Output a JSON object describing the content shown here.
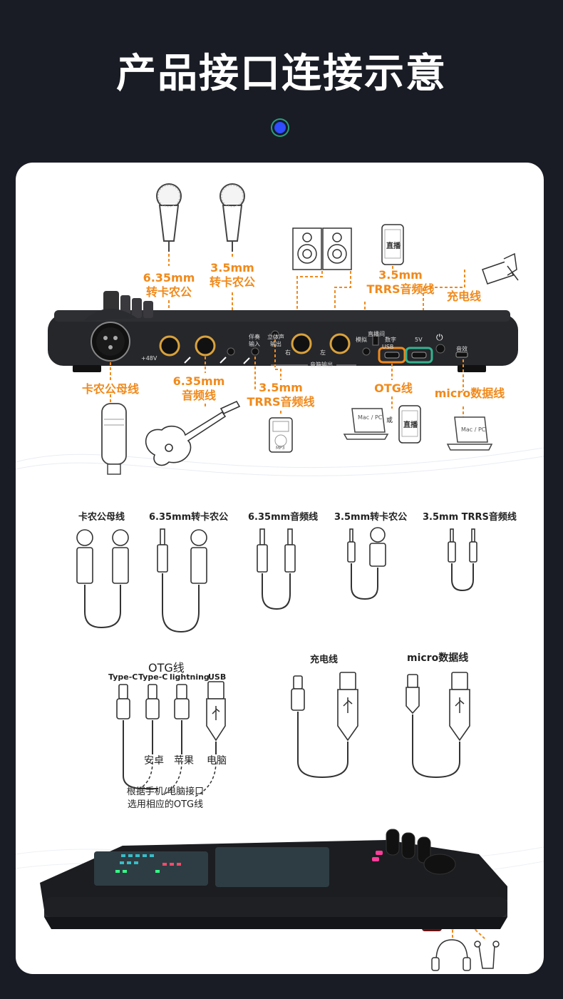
{
  "page": {
    "title": "产品接口连接示意"
  },
  "diagram": {
    "labels": {
      "xlr_635": "6.35mm\n转卡农公",
      "xlr_35": "3.5mm\n转卡农公",
      "trrs_top": "3.5mm\nTRRS音频线",
      "charge": "充电线",
      "xlr_female": "卡农公母线",
      "audio_635": "6.35mm\n音频线",
      "trrs_bottom": "3.5mm\nTRRS音频线",
      "otg": "OTG线",
      "micro": "micro数据线"
    },
    "panel": {
      "phantom": "+48V",
      "accompany": "伴奏\n输入",
      "stereo_out": "立体声\n输出",
      "right": "右",
      "left": "左",
      "speaker_out": "音箱输出",
      "analog": "模拟",
      "live_switch": "直播间",
      "digital": "数字",
      "usb": "USB",
      "five_v": "5V",
      "sound": "音效"
    },
    "devices": {
      "phone_live_top": "直播",
      "phone_live_bottom": "直播",
      "mac_pc_left": "Mac / PC",
      "mac_pc_right": "Mac / PC",
      "mp3": "MP3",
      "or": "或"
    }
  },
  "cables": {
    "items": [
      {
        "label": "卡农公母线"
      },
      {
        "label": "6.35mm转卡农公"
      },
      {
        "label": "6.35mm音频线"
      },
      {
        "label": "3.5mm转卡农公"
      },
      {
        "label": "3.5mm TRRS音频线"
      }
    ],
    "otg": {
      "title": "OTG线",
      "plugs": [
        "Type-C",
        "Type-C",
        "lightning",
        "USB"
      ],
      "targets": [
        "安卓",
        "苹果",
        "电脑"
      ],
      "note": "根据手机/电脑接口\n选用相应的OTG线"
    },
    "charge_title": "充电线",
    "micro_title": "micro数据线"
  },
  "colors": {
    "accent": "#f08a1c",
    "background": "#191c24",
    "card": "#ffffff"
  }
}
